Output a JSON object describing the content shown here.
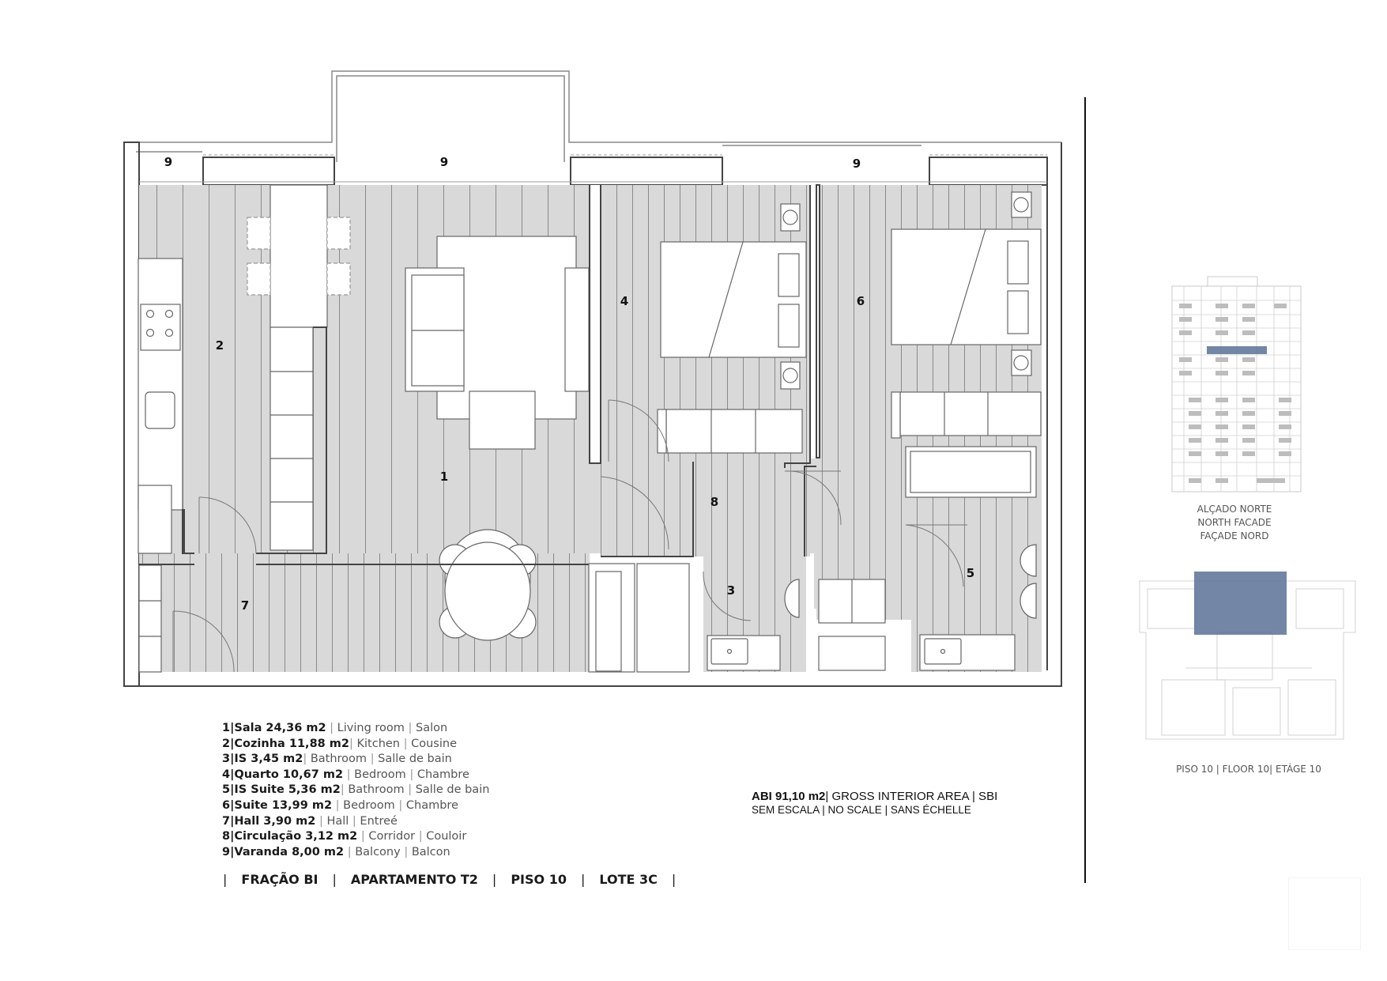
{
  "plan": {
    "room_labels": [
      {
        "id": "9a",
        "text": "9"
      },
      {
        "id": "9b",
        "text": "9"
      },
      {
        "id": "9c",
        "text": "9"
      },
      {
        "id": "1",
        "text": "1"
      },
      {
        "id": "2",
        "text": "2"
      },
      {
        "id": "3",
        "text": "3"
      },
      {
        "id": "4",
        "text": "4"
      },
      {
        "id": "5",
        "text": "5"
      },
      {
        "id": "6",
        "text": "6"
      },
      {
        "id": "7",
        "text": "7"
      },
      {
        "id": "8",
        "text": "8"
      }
    ],
    "floor_fill": "#d9d9d9",
    "wall_color": "#444444"
  },
  "legend": [
    {
      "num": "1",
      "main": "Sala 24,36 m2",
      "en": "Living room",
      "fr": "Salon"
    },
    {
      "num": "2",
      "main": "Cozinha 11,88 m2",
      "en": "Kitchen",
      "fr": "Cousine"
    },
    {
      "num": "3",
      "main": "IS 3,45 m2",
      "en": "Bathroom",
      "fr": "Salle de bain"
    },
    {
      "num": "4",
      "main": "Quarto 10,67 m2",
      "en": "Bedroom",
      "fr": "Chambre"
    },
    {
      "num": "5",
      "main": "IS Suite 5,36 m2",
      "en": "Bathroom",
      "fr": "Salle de bain"
    },
    {
      "num": "6",
      "main": "Suite 13,99 m2",
      "en": "Bedroom",
      "fr": "Chambre"
    },
    {
      "num": "7",
      "main": "Hall 3,90 m2",
      "en": "Hall",
      "fr": "Entreé"
    },
    {
      "num": "8",
      "main": "Circulação 3,12 m2",
      "en": "Corridor",
      "fr": "Couloir"
    },
    {
      "num": "9",
      "main": "Varanda 8,00 m2",
      "en": "Balcony",
      "fr": "Balcon"
    }
  ],
  "title_bar": {
    "items": [
      "FRAÇÃO BI",
      "APARTAMENTO T2",
      "PISO 10",
      "LOTE 3C"
    ],
    "separator": "|"
  },
  "area": {
    "abi": "ABI 91,10 m2",
    "abi_desc": "| GROSS INTERIOR AREA | SBI",
    "scale": "SEM ESCALA | NO SCALE | SANS ÉCHELLE"
  },
  "facade": {
    "lines": [
      "ALÇADO NORTE",
      "NORTH FACADE",
      "FAÇADE NORD"
    ],
    "highlight_color": "#5a7196"
  },
  "floor_key": {
    "label": "PISO 10 | FLOOR 10| ETÁGE 10",
    "highlight_color": "#5a7196"
  }
}
